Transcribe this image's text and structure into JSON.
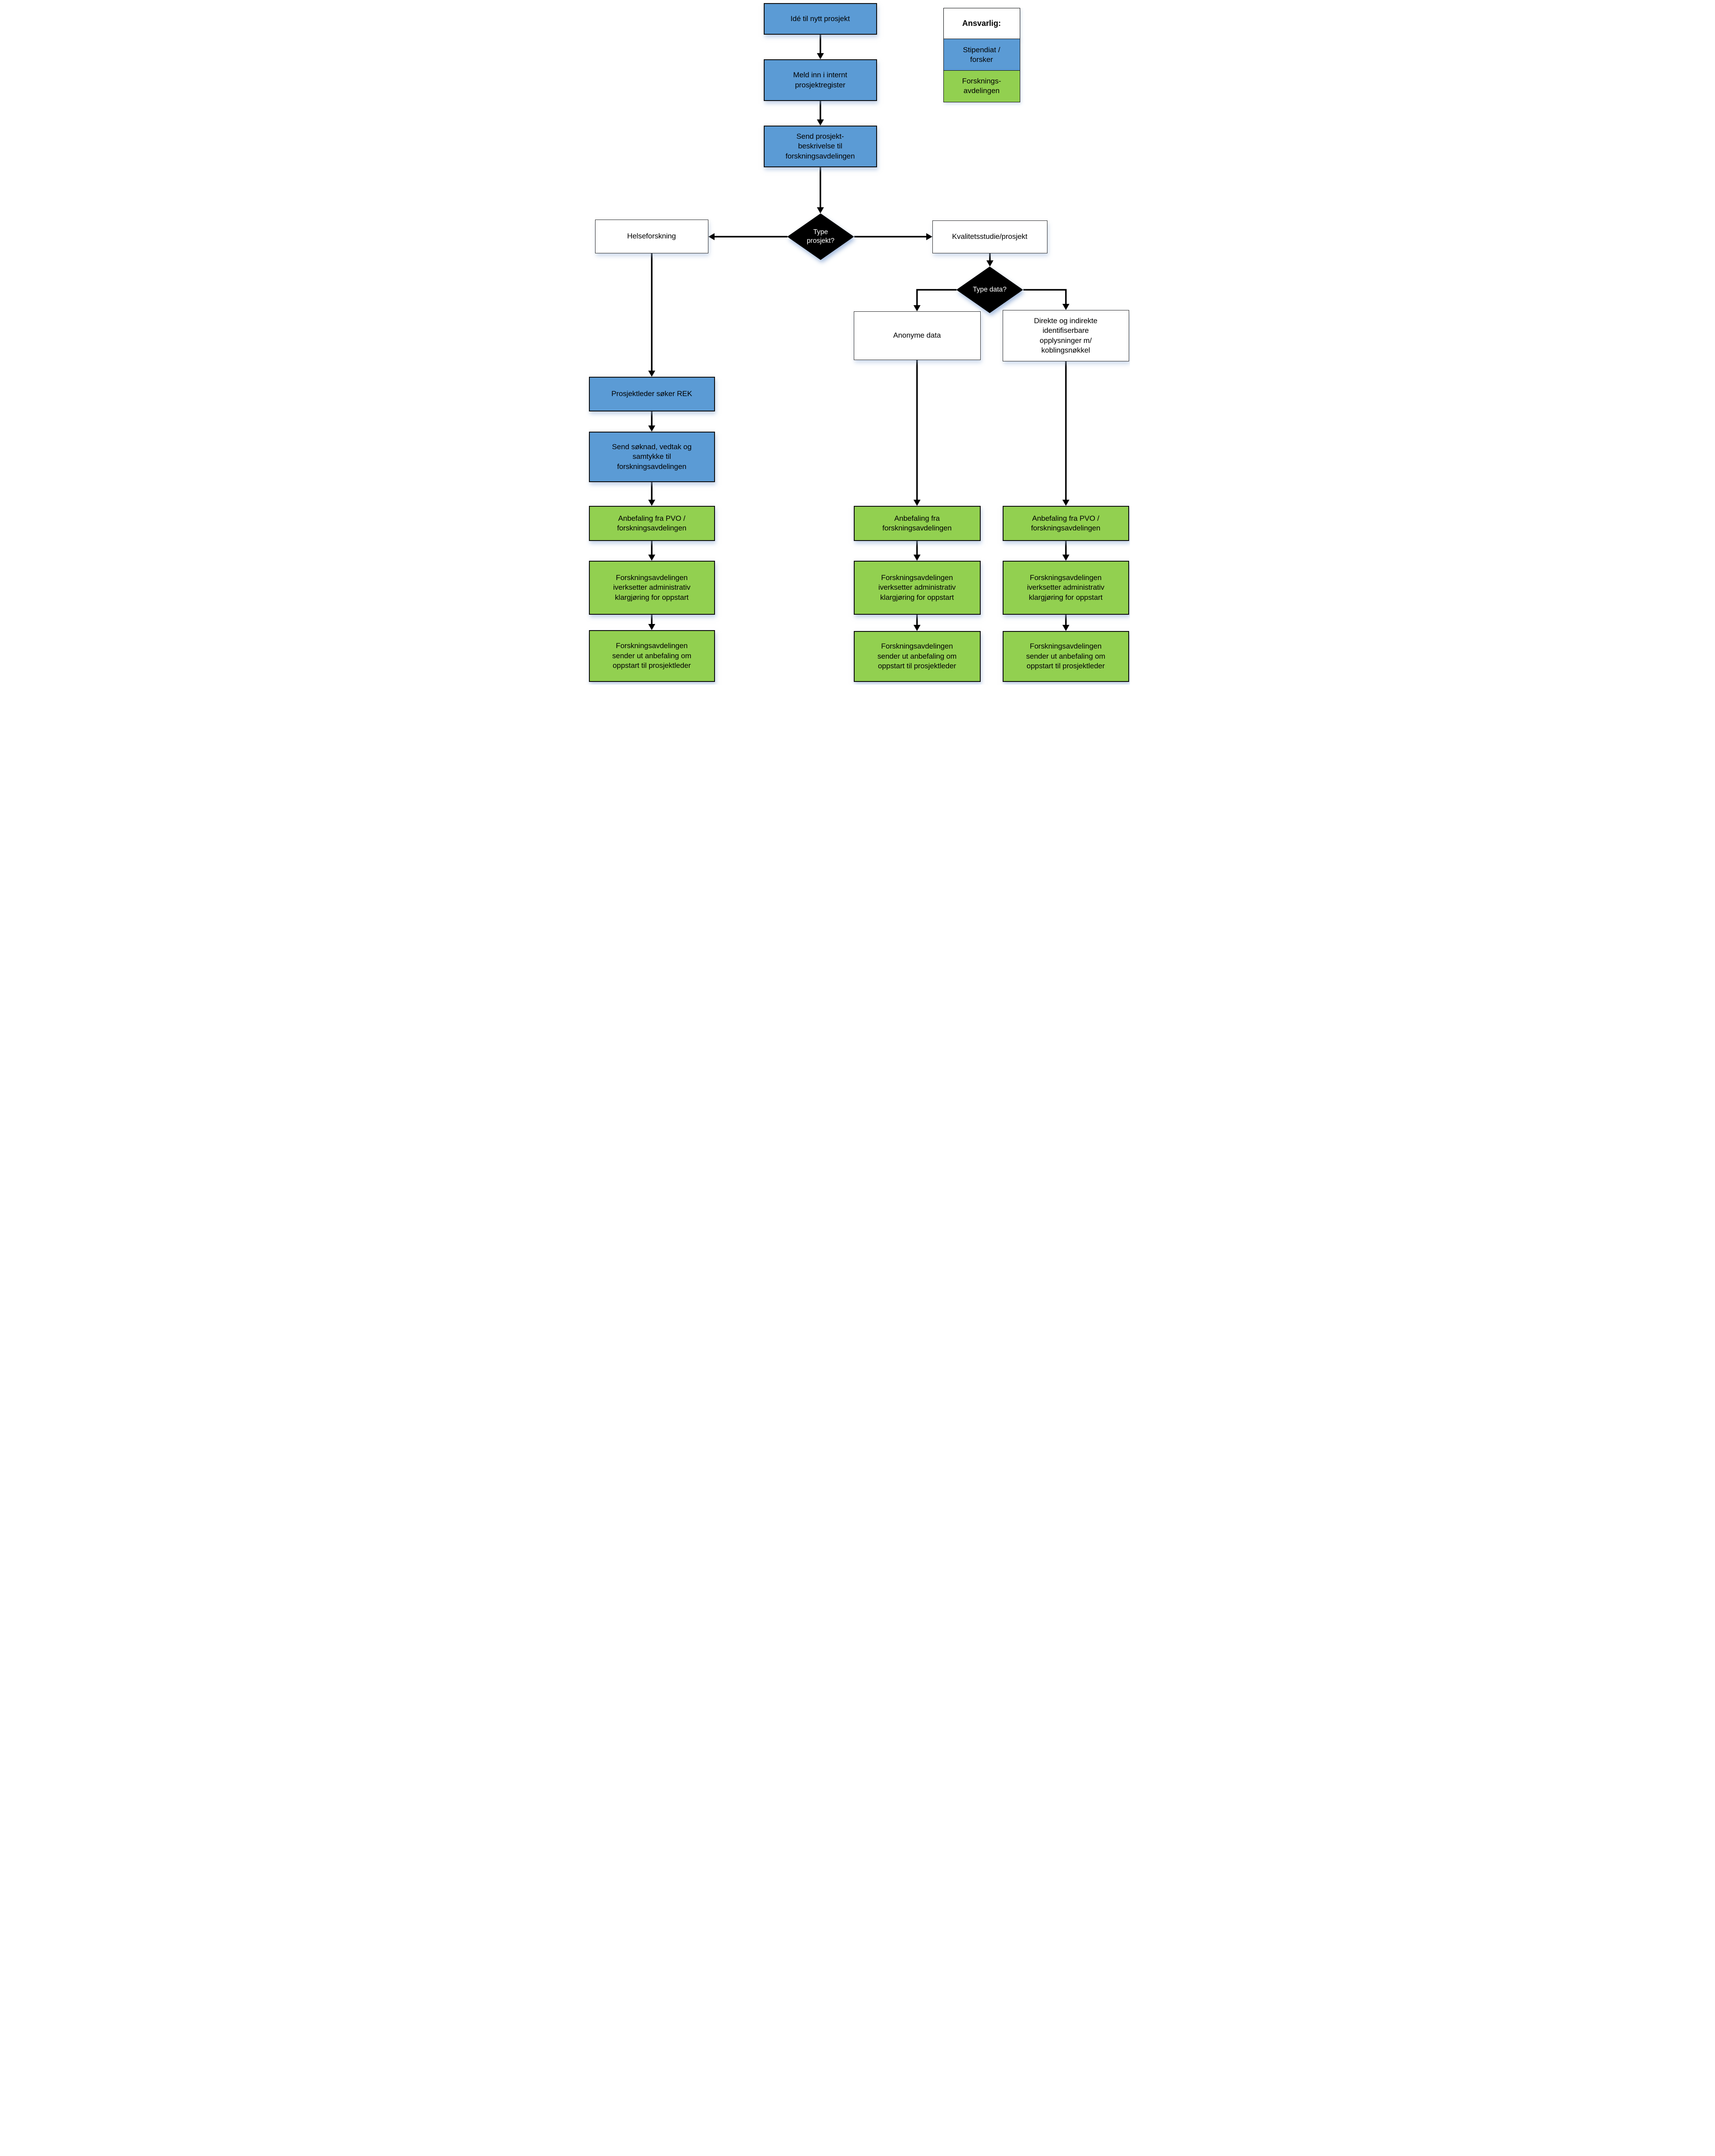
{
  "flowchart": {
    "legend": {
      "title": "Ansvarlig:",
      "items": [
        {
          "label": "Stipendiat /\nforsker",
          "color": "#5B9BD5"
        },
        {
          "label": "Forsknings-\navdelingen",
          "color": "#92D050"
        }
      ]
    },
    "colors": {
      "blue": "#5B9BD5",
      "green": "#92D050",
      "white": "#FFFFFF",
      "decision_fill": "#000000",
      "decision_text": "#FFFFFF"
    },
    "nodes": {
      "idea": "Idé til nytt prosjekt",
      "register": "Meld inn i internt\nprosjektregister",
      "send_description": "Send prosjekt-\nbeskrivelse til\nforskningsavdelingen",
      "type_prosjekt": "Type\nprosjekt?",
      "helseforskning": "Helseforskning",
      "kvalitetsstudie": "Kvalitetsstudie/prosjekt",
      "type_data": "Type data?",
      "anonyme_data": "Anonyme data",
      "direkte_data": "Direkte og indirekte\nidentifiserbare\nopplysninger m/\nkoblingsnøkkel",
      "soker_rek": "Prosjektleder søker REK",
      "send_soknad": "Send søknad, vedtak og\nsamtykke til\nforskningsavdelingen",
      "anbefaling_pvo": "Anbefaling fra PVO /\nforskningsavdelingen",
      "anbefaling_fa": "Anbefaling fra\nforskningsavdelingen",
      "iverksetter": "Forskningsavdelingen\niverksetter administrativ\nklargjøring for oppstart",
      "sender_ut": "Forskningsavdelingen\nsender ut anbefaling om\noppstart til prosjektleder"
    }
  }
}
